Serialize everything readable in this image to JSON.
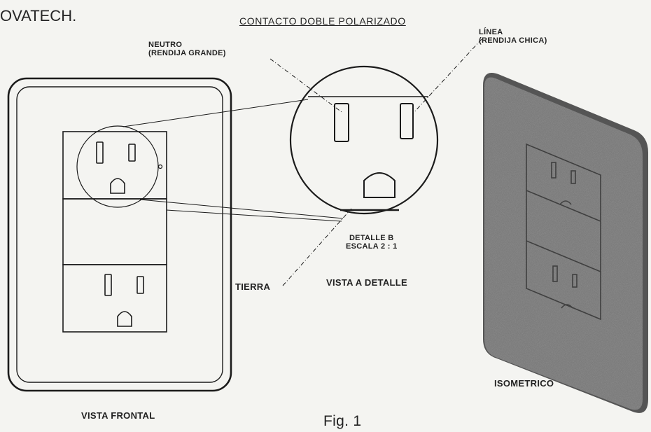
{
  "company": "OVATECH.",
  "title": "CONTACTO DOBLE POLARIZADO",
  "labels": {
    "neutro_line1": "NEUTRO",
    "neutro_line2": "(RENDIJA GRANDE)",
    "linea_line1": "LÍNEA",
    "linea_line2": "(RENDIJA CHICA)",
    "tierra": "TIERRA",
    "detalle_line1": "DETALLE B",
    "detalle_line2": "ESCALA 2 : 1",
    "vista_detalle": "VISTA A DETALLE",
    "isometrico": "ISOMETRICO",
    "vista_frontal": "VISTA FRONTAL",
    "figure": "Fig. 1"
  },
  "colors": {
    "ink": "#1b1b1b",
    "paper": "#f4f4f1",
    "texture": "#6e6e6e"
  }
}
